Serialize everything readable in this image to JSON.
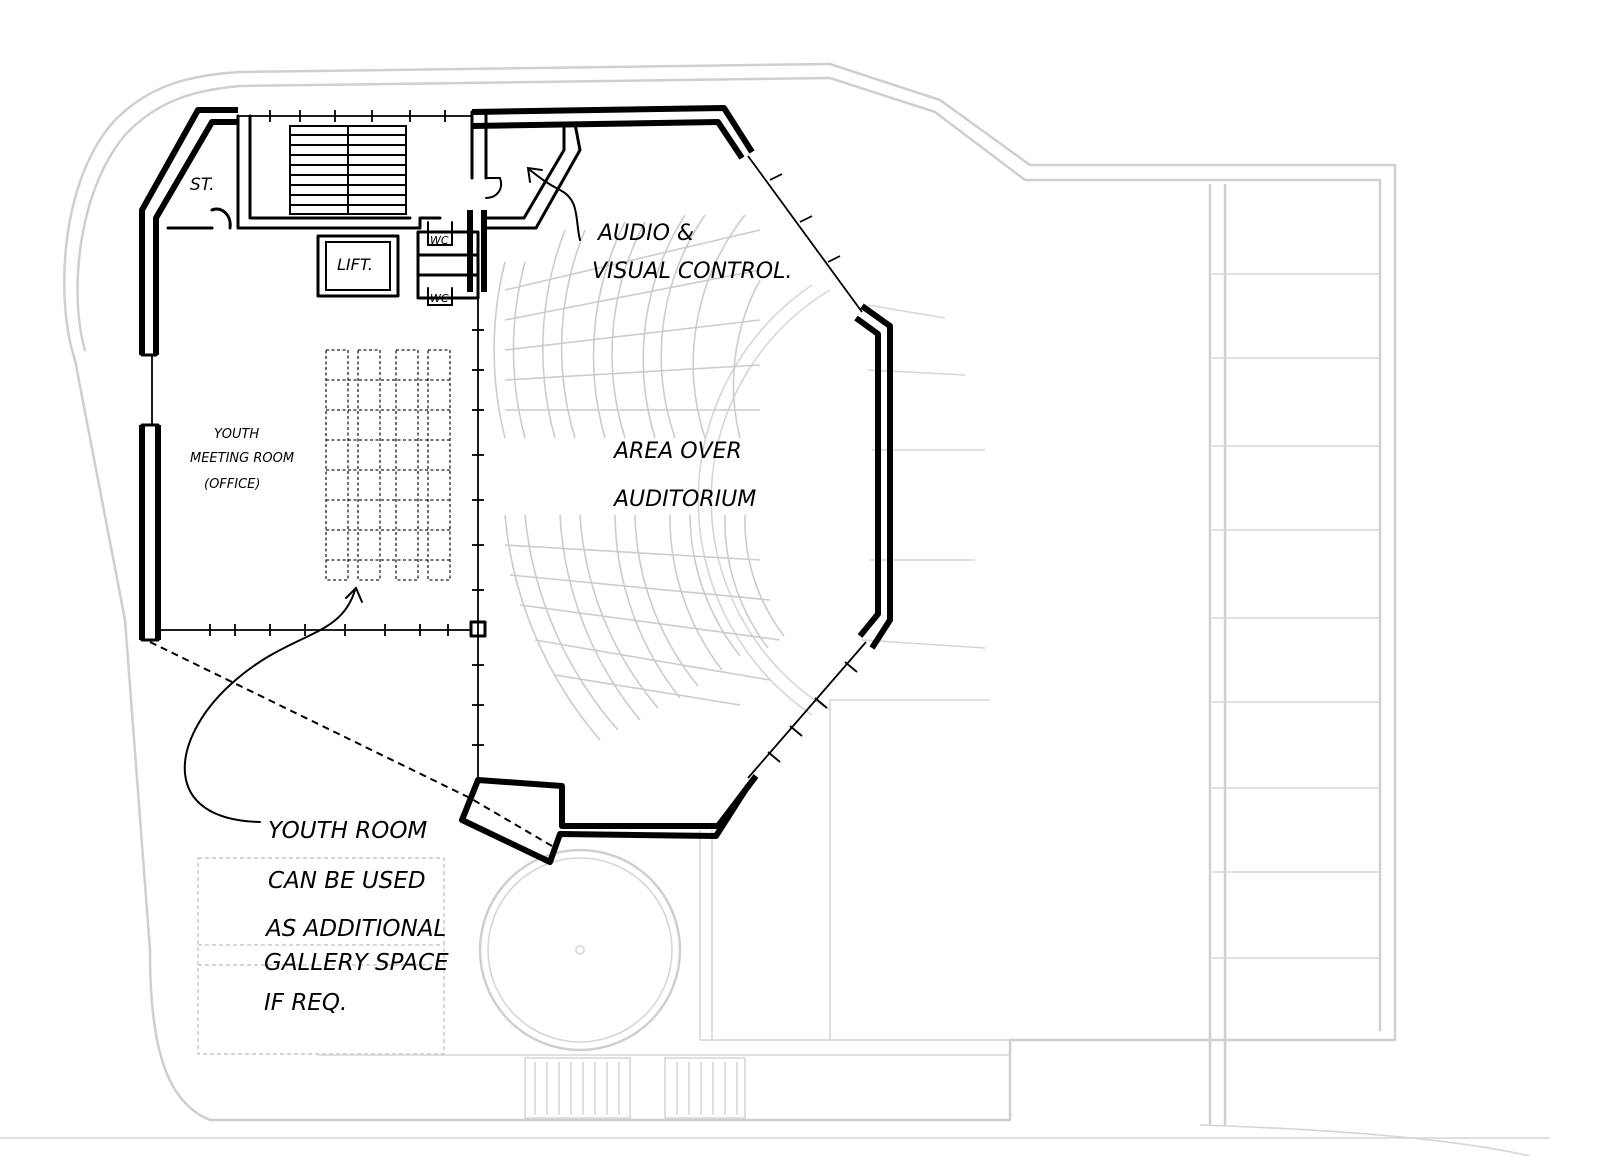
{
  "labels": {
    "store": "ST.",
    "lift": "LIFT.",
    "youth_meeting_room": [
      "YOUTH",
      "MEETING ROOM",
      "(OFFICE)"
    ],
    "av_control": [
      "AUDIO &",
      "VISUAL CONTROL."
    ],
    "area_over_auditorium": [
      "AREA OVER",
      "AUDITORIUM"
    ],
    "youth_room_note": [
      "YOUTH ROOM",
      "CAN BE USED",
      "AS ADDITIONAL",
      "GALLERY SPACE",
      "IF REQ."
    ],
    "toilet_a": "WC",
    "toilet_b": "WC"
  },
  "colors": {
    "ink": "#000000",
    "context": "#cfcfcf",
    "background": "#ffffff"
  }
}
